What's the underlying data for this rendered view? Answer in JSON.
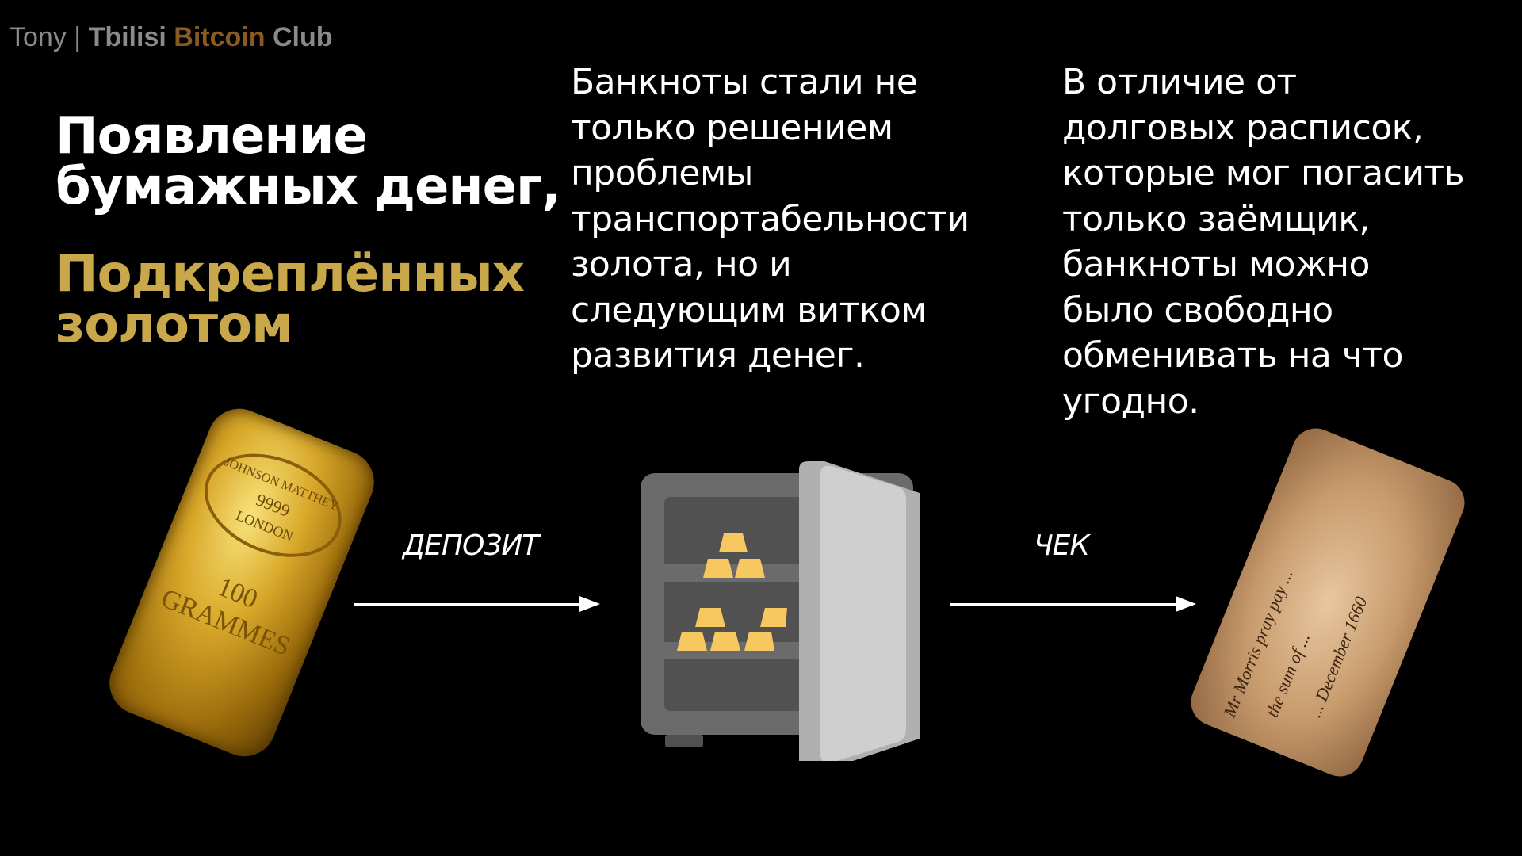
{
  "header": {
    "author": "Tony",
    "separator": "|",
    "club_part1": "Tbilisi",
    "club_part2": "Bitcoin",
    "club_part3": "Club"
  },
  "title": {
    "line1": "Появление",
    "line2": "бумажных денег,"
  },
  "subtitle": {
    "line1": "Подкреплённых",
    "line2": "золотом"
  },
  "paragraph_middle": [
    "Банкноты стали не",
    "только решением",
    "проблемы",
    "транспортабельности",
    "золота, но и",
    "следующим витком",
    "развития денег."
  ],
  "paragraph_right": [
    "В отличие от",
    "долговых расписок,",
    "которые мог погасить",
    "только заёмщик,",
    "банкноты можно",
    "было свободно",
    "обменивать на что",
    "угодно."
  ],
  "diagram": {
    "step1_label": "ДЕПОЗИТ",
    "step2_label": "ЧЕК",
    "gold_bar_text": {
      "maker": "JOHNSON MATTHEY",
      "purity": "9999",
      "city": "LONDON",
      "weight": "100",
      "unit": "GRAMMES"
    },
    "note_text": [
      "Mr Morris pray pay ...",
      "the sum of ...",
      "... December 1660"
    ]
  },
  "colors": {
    "accent_gold": "#c9a84c",
    "bitcoin_brown": "#8a5a22",
    "safe_gray": "#6b6b6b",
    "gold_bars": "#f6c85f"
  }
}
